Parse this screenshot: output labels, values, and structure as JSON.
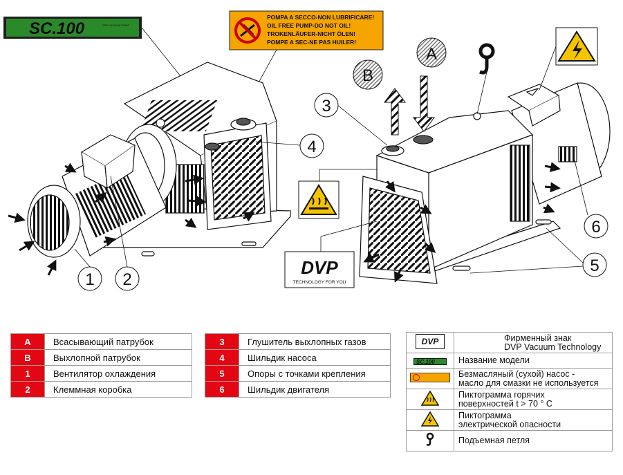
{
  "model_badge": {
    "text": "SC.100",
    "fine_print": "DRY VACUUM PUMP"
  },
  "oil_free_label": {
    "lines": [
      "POMPA A SECCO-NON LUBRIFICARE!",
      "OIL FREE PUMP-DO NOT OIL!",
      "TROKENLÄUFER-NICHT ÖLEN!",
      "POMPE A SEC-NE PAS HUILER!"
    ]
  },
  "callouts": [
    "1",
    "2",
    "3",
    "4",
    "5",
    "6"
  ],
  "port_markers": {
    "a": "A",
    "b": "B"
  },
  "logo": {
    "brand": "DVP",
    "tagline": "TECHNOLOGY FOR YOU"
  },
  "legend_left": [
    {
      "key": "A",
      "label": "Всасывающий патрубок"
    },
    {
      "key": "B",
      "label": "Выхлопной патрубок"
    },
    {
      "key": "1",
      "label": "Вентилятор охлаждения"
    },
    {
      "key": "2",
      "label": "Клеммная коробка"
    }
  ],
  "legend_mid": [
    {
      "key": "3",
      "label": "Глушитель выхлопных газов"
    },
    {
      "key": "4",
      "label": "Шильдик насоса"
    },
    {
      "key": "5",
      "label": "Опоры с точками крепления"
    },
    {
      "key": "6",
      "label": "Шильдик двигателя"
    }
  ],
  "symbol_legend": [
    {
      "icon": "dvp-logo-icon",
      "line1": "Фирменный знак",
      "line2": "DVP Vacuum Technology"
    },
    {
      "icon": "model-badge-icon",
      "line1": "Название модели",
      "line2": ""
    },
    {
      "icon": "oil-free-label-icon",
      "line1": "Безмасляный (сухой) насос -",
      "line2": "масло для смазки не используется"
    },
    {
      "icon": "hot-surface-icon",
      "line1": "Пиктограмма горячих",
      "line2": "поверхностей t > 70 ° C"
    },
    {
      "icon": "electric-hazard-icon",
      "line1": "Пиктограмма",
      "line2": "электрической опасности"
    },
    {
      "icon": "lifting-eye-icon",
      "line1": "Подъемная петля",
      "line2": ""
    }
  ],
  "colors": {
    "legend_key_bg": "#e30613",
    "badge_green": "#2a8a2a",
    "warning_yellow": "#f5c400",
    "oil_label_orange": "#f5a400"
  }
}
